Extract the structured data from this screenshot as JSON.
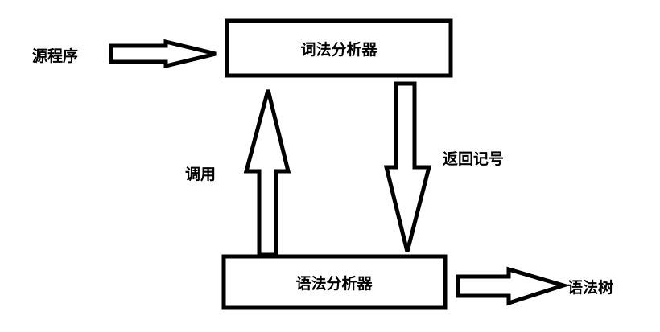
{
  "diagram": {
    "lexer_box": {
      "label": "词法分析器"
    },
    "parser_box": {
      "label": "语法分析器"
    },
    "source_label": "源程序",
    "call_label": "调用",
    "return_label": "返回记号",
    "tree_label": "语法树"
  }
}
